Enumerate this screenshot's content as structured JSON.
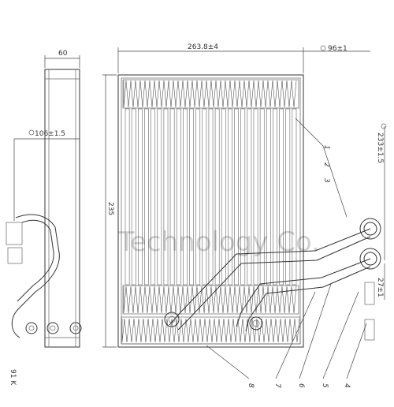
{
  "dimensions": {
    "side_width": "60",
    "side_height": "106±1.5",
    "front_width": "263.8±4",
    "front_height": "235",
    "port_dia": "96±1",
    "right_dim_1": "233±1.5",
    "right_dim_2": "27±1"
  },
  "callouts": [
    "1",
    "2",
    "3",
    "8",
    "7",
    "6",
    "5",
    "4"
  ],
  "side_fragment_text": "91 K",
  "watermark": "Technology Co."
}
